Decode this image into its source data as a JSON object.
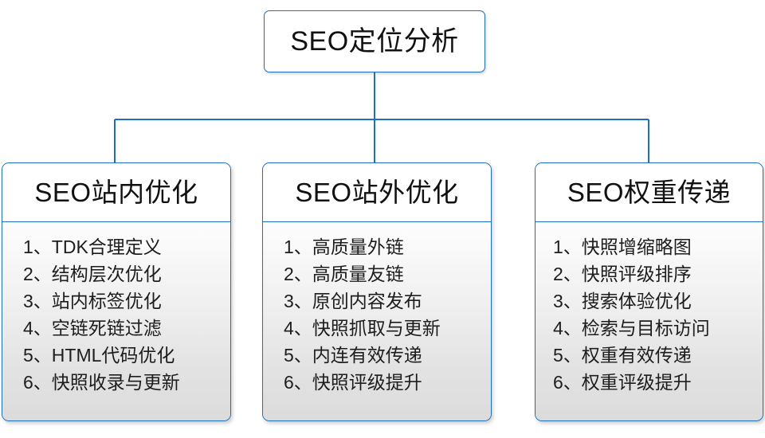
{
  "diagram": {
    "root": {
      "label": "SEO定位分析"
    },
    "accent_color": "#1f6fc0",
    "text_color": "#111111",
    "body_gradient_top": "#fdfdfd",
    "body_gradient_bottom": "#dbdbdb",
    "columns": [
      {
        "header": "SEO站内优化",
        "items": [
          "1、TDK合理定义",
          "2、结构层次优化",
          "3、站内标签优化",
          "4、空链死链过滤",
          "5、HTML代码优化",
          "6、快照收录与更新"
        ]
      },
      {
        "header": "SEO站外优化",
        "items": [
          "1、高质量外链",
          "2、高质量友链",
          "3、原创内容发布",
          "4、快照抓取与更新",
          "5、内连有效传递",
          "6、快照评级提升"
        ]
      },
      {
        "header": "SEO权重传递",
        "items": [
          "1、快照增缩略图",
          "2、快照评级排序",
          "3、搜索体验优化",
          "4、检索与目标访问",
          "5、权重有效传递",
          "6、权重评级提升"
        ]
      }
    ]
  }
}
